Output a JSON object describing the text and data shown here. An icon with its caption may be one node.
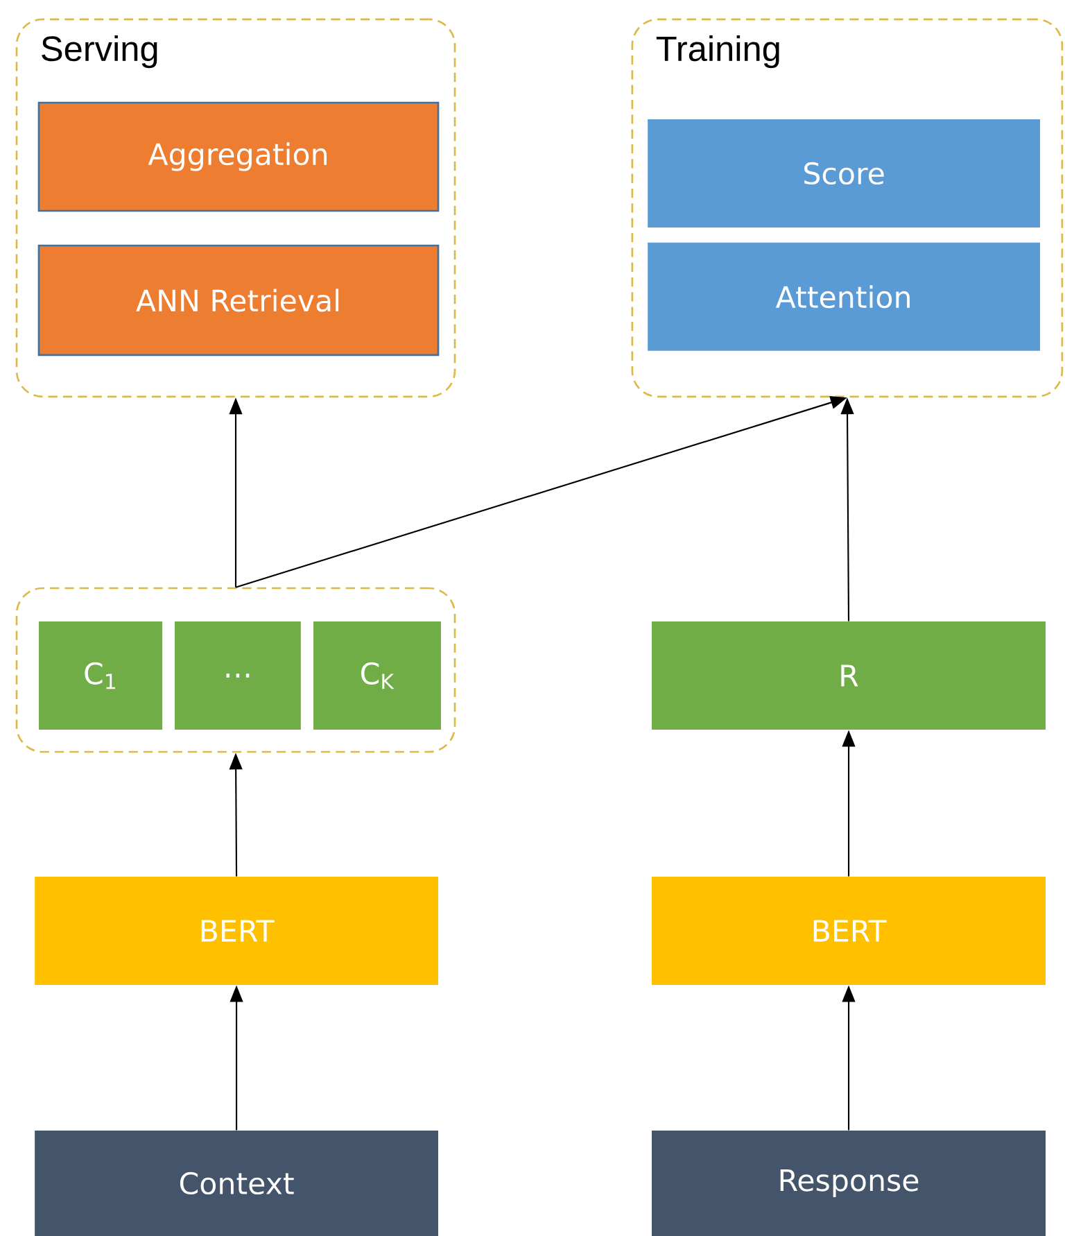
{
  "diagram": {
    "nodes": [
      {
        "text": [
          "Serving"
        ]
      },
      {
        "text": [
          "Aggregation"
        ],
        "in": 0
      },
      {
        "text": [
          "ANN Retrieval"
        ],
        "in": 0
      },
      {
        "text": [
          "Training"
        ]
      },
      {
        "text": [
          "Score"
        ],
        "in": 3
      },
      {
        "text": [
          "Attention"
        ],
        "in": 3
      },
      {
        "text": [],
        "shape": "box"
      },
      {
        "text": [
          "C$_{1}$"
        ],
        "in": 6
      },
      {
        "text": [
          "…"
        ],
        "in": 6
      },
      {
        "text": [
          "C$_{K}$"
        ],
        "in": 6
      },
      {
        "text": [
          "R"
        ]
      },
      {
        "text": [
          "BERT"
        ]
      },
      {
        "text": [
          "BERT"
        ]
      },
      {
        "text": [
          "Context"
        ]
      },
      {
        "text": [
          "Response"
        ]
      }
    ],
    "edges": [
      {
        "from": 13,
        "to": 11,
        "arrow": "to"
      },
      {
        "from": 11,
        "to": 6,
        "arrow": "to"
      },
      {
        "from": 6,
        "to": 0,
        "arrow": "to"
      },
      {
        "from": 6,
        "to": 3,
        "arrow": "to"
      },
      {
        "from": 14,
        "to": 12,
        "arrow": "to"
      },
      {
        "from": 12,
        "to": 10,
        "arrow": "to"
      },
      {
        "from": 10,
        "to": 3,
        "arrow": "to"
      }
    ]
  }
}
